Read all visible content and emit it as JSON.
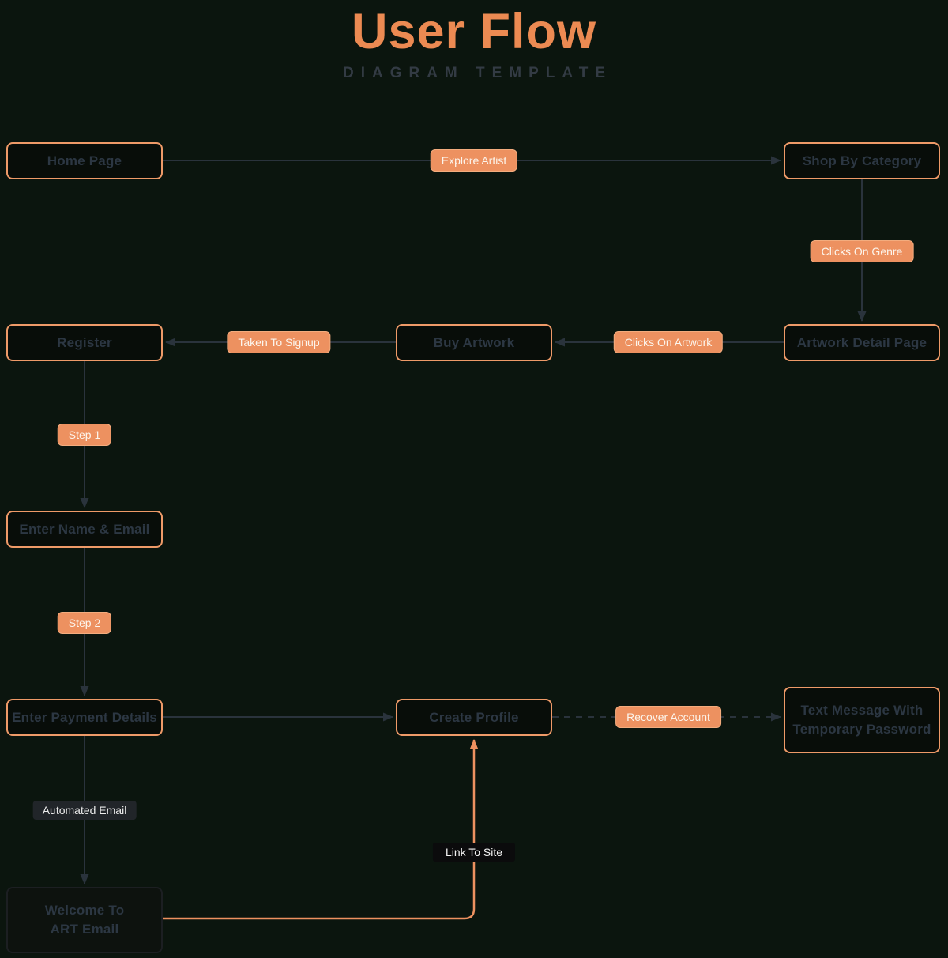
{
  "header": {
    "title": "User Flow",
    "subtitle": "DIAGRAM TEMPLATE"
  },
  "nodes": {
    "home_page": {
      "label": "Home Page"
    },
    "shop_by_category": {
      "label": "Shop By Category"
    },
    "register": {
      "label": "Register"
    },
    "buy_artwork": {
      "label": "Buy Artwork"
    },
    "artwork_detail_page": {
      "label": "Artwork Detail Page"
    },
    "enter_name_email": {
      "label": "Enter Name & Email"
    },
    "enter_payment_details": {
      "label": "Enter Payment Details"
    },
    "create_profile": {
      "label": "Create Profile"
    },
    "text_message": {
      "line1": "Text Message With",
      "line2": "Temporary Password"
    },
    "welcome_email": {
      "line1": "Welcome To",
      "line2": "ART Email"
    }
  },
  "edge_labels": {
    "explore_artist": {
      "label": "Explore Artist",
      "style": "orange"
    },
    "clicks_on_genre": {
      "label": "Clicks On Genre",
      "style": "orange"
    },
    "taken_to_signup": {
      "label": "Taken To Signup",
      "style": "orange"
    },
    "clicks_on_artwork": {
      "label": "Clicks On Artwork",
      "style": "orange"
    },
    "step_1": {
      "label": "Step 1",
      "style": "orange"
    },
    "step_2": {
      "label": "Step 2",
      "style": "orange"
    },
    "recover_account": {
      "label": "Recover Account",
      "style": "orange"
    },
    "automated_email": {
      "label": "Automated Email",
      "style": "dark-gray"
    },
    "link_to_site": {
      "label": "Link To Site",
      "style": "black"
    }
  },
  "colors": {
    "background": "#0B150E",
    "title_orange": "#EC8A52",
    "accent_orange": "#ED9160",
    "node_border_orange": "#EE9A68",
    "node_fill": "#080D09",
    "node_text": "#2C3743",
    "connector_dark": "#2A333C",
    "subtitle_gray": "#333B44",
    "dark_pill_fill": "#212529",
    "black_pill_fill": "#0B0B0C"
  }
}
